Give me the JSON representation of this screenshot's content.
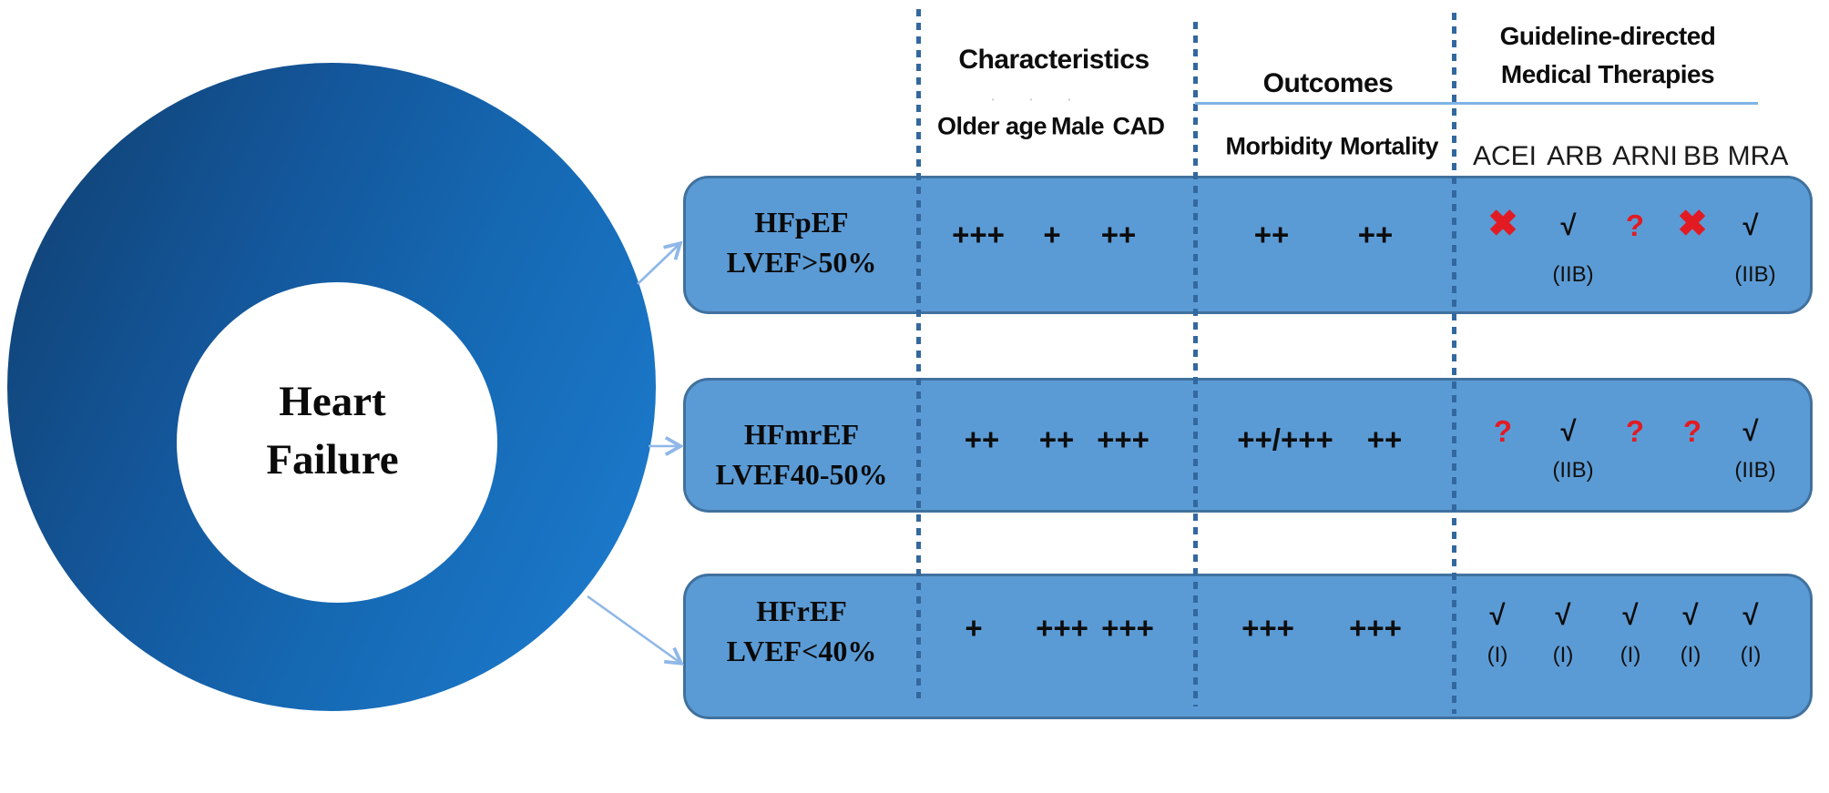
{
  "hub": {
    "line1": "Heart",
    "line2": "Failure"
  },
  "sections": {
    "characteristics": {
      "title": "Characteristics",
      "cols": [
        "Older age",
        "Male",
        "CAD"
      ]
    },
    "outcomes": {
      "title": "Outcomes",
      "cols": [
        "Morbidity",
        "Mortality"
      ]
    },
    "therapies": {
      "title1": "Guideline-directed",
      "title2": "Medical Therapies",
      "cols": [
        "ACEI",
        "ARB",
        "ARNI",
        "BB",
        "MRA"
      ]
    }
  },
  "decor": {
    "faint_dots": ". . ."
  },
  "rows": [
    {
      "name": "HFpEF",
      "criteria": "LVEF>50%",
      "chars": [
        "+++",
        "+",
        "++"
      ],
      "outs": [
        "++",
        "++"
      ],
      "rx": [
        {
          "sym": "✖",
          "style": "color:#e21b23;font-size:40px;"
        },
        {
          "sym": "√",
          "note": "(IIB)"
        },
        {
          "sym": "?",
          "style": "color:#e21b23;font-size:33px;"
        },
        {
          "sym": "✖",
          "style": "color:#e21b23;font-size:40px;"
        },
        {
          "sym": "√",
          "note": "(IIB)"
        }
      ]
    },
    {
      "name": "HFmrEF",
      "criteria": "LVEF40-50%",
      "chars": [
        "++",
        "++",
        "+++"
      ],
      "outs": [
        "++/+++",
        "++"
      ],
      "rx": [
        {
          "sym": "?",
          "style": "color:#e21b23;font-size:33px;"
        },
        {
          "sym": "√",
          "note": "(IIB)"
        },
        {
          "sym": "?",
          "style": "color:#e21b23;font-size:33px;"
        },
        {
          "sym": "?",
          "style": "color:#e21b23;font-size:33px;"
        },
        {
          "sym": "√",
          "note": "(IIB)"
        }
      ]
    },
    {
      "name": "HFrEF",
      "criteria": "LVEF<40%",
      "chars": [
        "+",
        "+++",
        "+++"
      ],
      "outs": [
        "+++",
        "+++"
      ],
      "rx": [
        {
          "sym": "√",
          "note": "(I)"
        },
        {
          "sym": "√",
          "note": "(I)"
        },
        {
          "sym": "√",
          "note": "(I)"
        },
        {
          "sym": "√",
          "note": "(I)"
        },
        {
          "sym": "√",
          "note": "(I)"
        }
      ]
    }
  ],
  "colors": {
    "row_fill": "#5b9bd5",
    "row_border": "#40719e",
    "dotted_line": "#33689f",
    "rule": "#7fb3e3",
    "arrow": "#8fb7e8",
    "accent_red": "#e21b23",
    "donut_dark": "#0f3e6d",
    "donut_bright": "#1e7ed2"
  }
}
